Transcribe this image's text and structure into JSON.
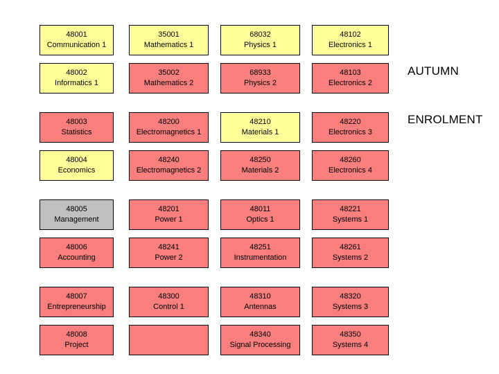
{
  "title": {
    "line1": "AUTUMN",
    "line2": "ENROLMENT"
  },
  "colors": {
    "available": "#ffff99",
    "full": "#f97f7f",
    "cancelled": "#c0c0c0",
    "border": "#000000",
    "background": "#ffffff"
  },
  "grid": {
    "columns": 4,
    "rows": 8,
    "groups": 4
  },
  "courses": [
    [
      {
        "code": "48001",
        "name": "Communication 1",
        "status": "available"
      },
      {
        "code": "35001",
        "name": "Mathematics 1",
        "status": "available"
      },
      {
        "code": "68032",
        "name": "Physics 1",
        "status": "available"
      },
      {
        "code": "48102",
        "name": "Electronics 1",
        "status": "available"
      }
    ],
    [
      {
        "code": "48002",
        "name": "Informatics 1",
        "status": "available"
      },
      {
        "code": "35002",
        "name": "Mathematics 2",
        "status": "full"
      },
      {
        "code": "68933",
        "name": "Physics 2",
        "status": "full"
      },
      {
        "code": "48103",
        "name": "Electronics 2",
        "status": "full"
      }
    ],
    [
      {
        "code": "48003",
        "name": "Statistics",
        "status": "full"
      },
      {
        "code": "48200",
        "name": "Electromagnetics 1",
        "status": "full"
      },
      {
        "code": "48210",
        "name": "Materials 1",
        "status": "available"
      },
      {
        "code": "48220",
        "name": "Electronics 3",
        "status": "full"
      }
    ],
    [
      {
        "code": "48004",
        "name": "Economics",
        "status": "available"
      },
      {
        "code": "48240",
        "name": "Electromagnetics 2",
        "status": "full"
      },
      {
        "code": "48250",
        "name": "Materials 2",
        "status": "full"
      },
      {
        "code": "48260",
        "name": "Electronics 4",
        "status": "full"
      }
    ],
    [
      {
        "code": "48005",
        "name": "Management",
        "status": "cancelled"
      },
      {
        "code": "48201",
        "name": "Power 1",
        "status": "full"
      },
      {
        "code": "48011",
        "name": "Optics 1",
        "status": "full"
      },
      {
        "code": "48221",
        "name": "Systems 1",
        "status": "full"
      }
    ],
    [
      {
        "code": "48006",
        "name": "Accounting",
        "status": "full"
      },
      {
        "code": "48241",
        "name": "Power 2",
        "status": "full"
      },
      {
        "code": "48251",
        "name": "Instrumentation",
        "status": "full"
      },
      {
        "code": "48261",
        "name": "Systems 2",
        "status": "full"
      }
    ],
    [
      {
        "code": "48007",
        "name": "Entrepreneurship",
        "status": "full"
      },
      {
        "code": "48300",
        "name": "Control 1",
        "status": "full"
      },
      {
        "code": "48310",
        "name": "Antennas",
        "status": "full"
      },
      {
        "code": "48320",
        "name": "Systems  3",
        "status": "full"
      }
    ],
    [
      {
        "code": "48008",
        "name": "Project",
        "status": "full"
      },
      {
        "code": "",
        "name": "",
        "status": "full"
      },
      {
        "code": "48340",
        "name": "Signal Processing",
        "status": "full"
      },
      {
        "code": "48350",
        "name": "Systems 4",
        "status": "full"
      }
    ]
  ]
}
